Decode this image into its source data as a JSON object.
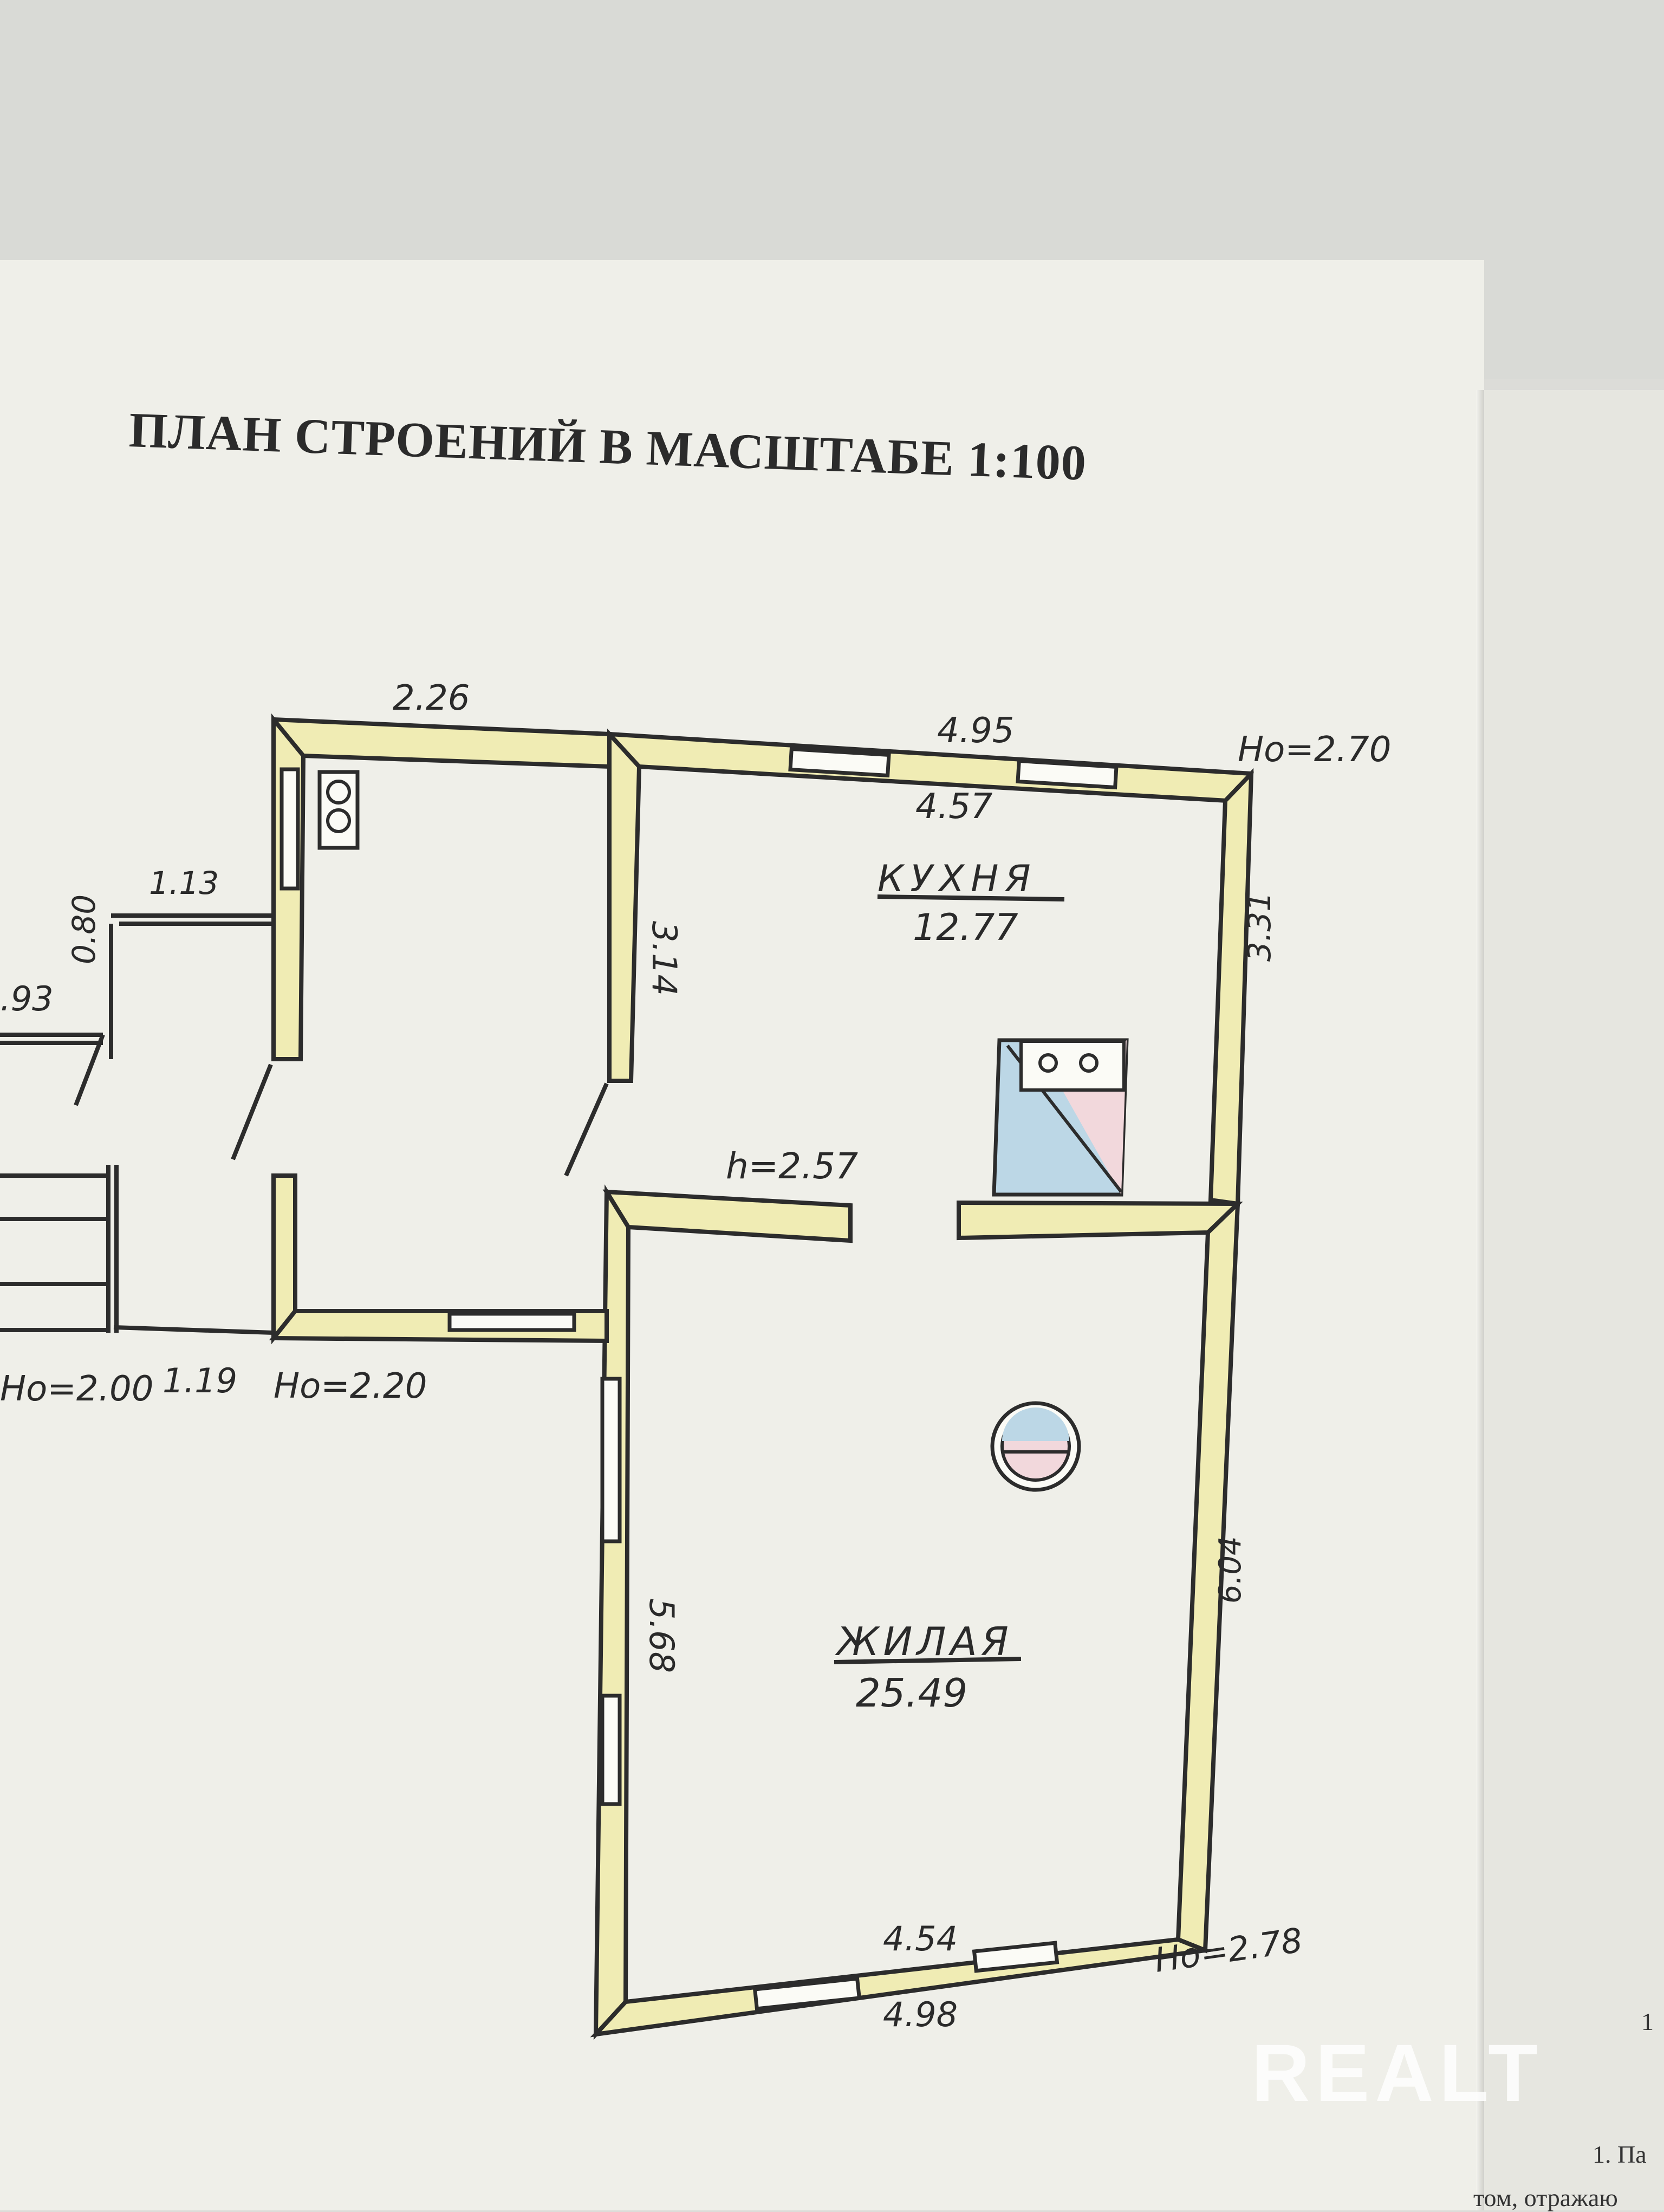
{
  "document": {
    "title": "ПЛАН СТРОЕНИЙ В МАСШТАБЕ 1:100"
  },
  "rooms": {
    "kitchen": {
      "name": "КУХНЯ",
      "area": "12.77"
    },
    "living": {
      "name": "ЖИЛАЯ",
      "area": "25.49"
    }
  },
  "dimensions": {
    "d_226": "2.26",
    "d_495": "4.95",
    "d_457": "4.57",
    "d_113": "1.13",
    "d_080": "0.80",
    "d_93": ".93",
    "d_314": "3.14",
    "d_331": "3.31",
    "d_604": "6.04",
    "d_568": "5.68",
    "d_454": "4.54",
    "d_498": "4.98",
    "d_119": "1.19"
  },
  "heights": {
    "h_270": "Нo=2.70",
    "h_257": "h=2.57",
    "h_200": "Нo=2.00",
    "h_220": "Нo=2.20",
    "h_278": "Нo=2.78"
  },
  "page_side": {
    "page_num": "1",
    "note_1": "1. Па",
    "note_2": "том, отражаю"
  },
  "watermark": "REALT",
  "colors": {
    "wall_fill": "#f0ecb4",
    "stove_blue": "#bcd7e6",
    "stove_pink": "#f2d8dc",
    "ink": "#2c2c2c"
  }
}
